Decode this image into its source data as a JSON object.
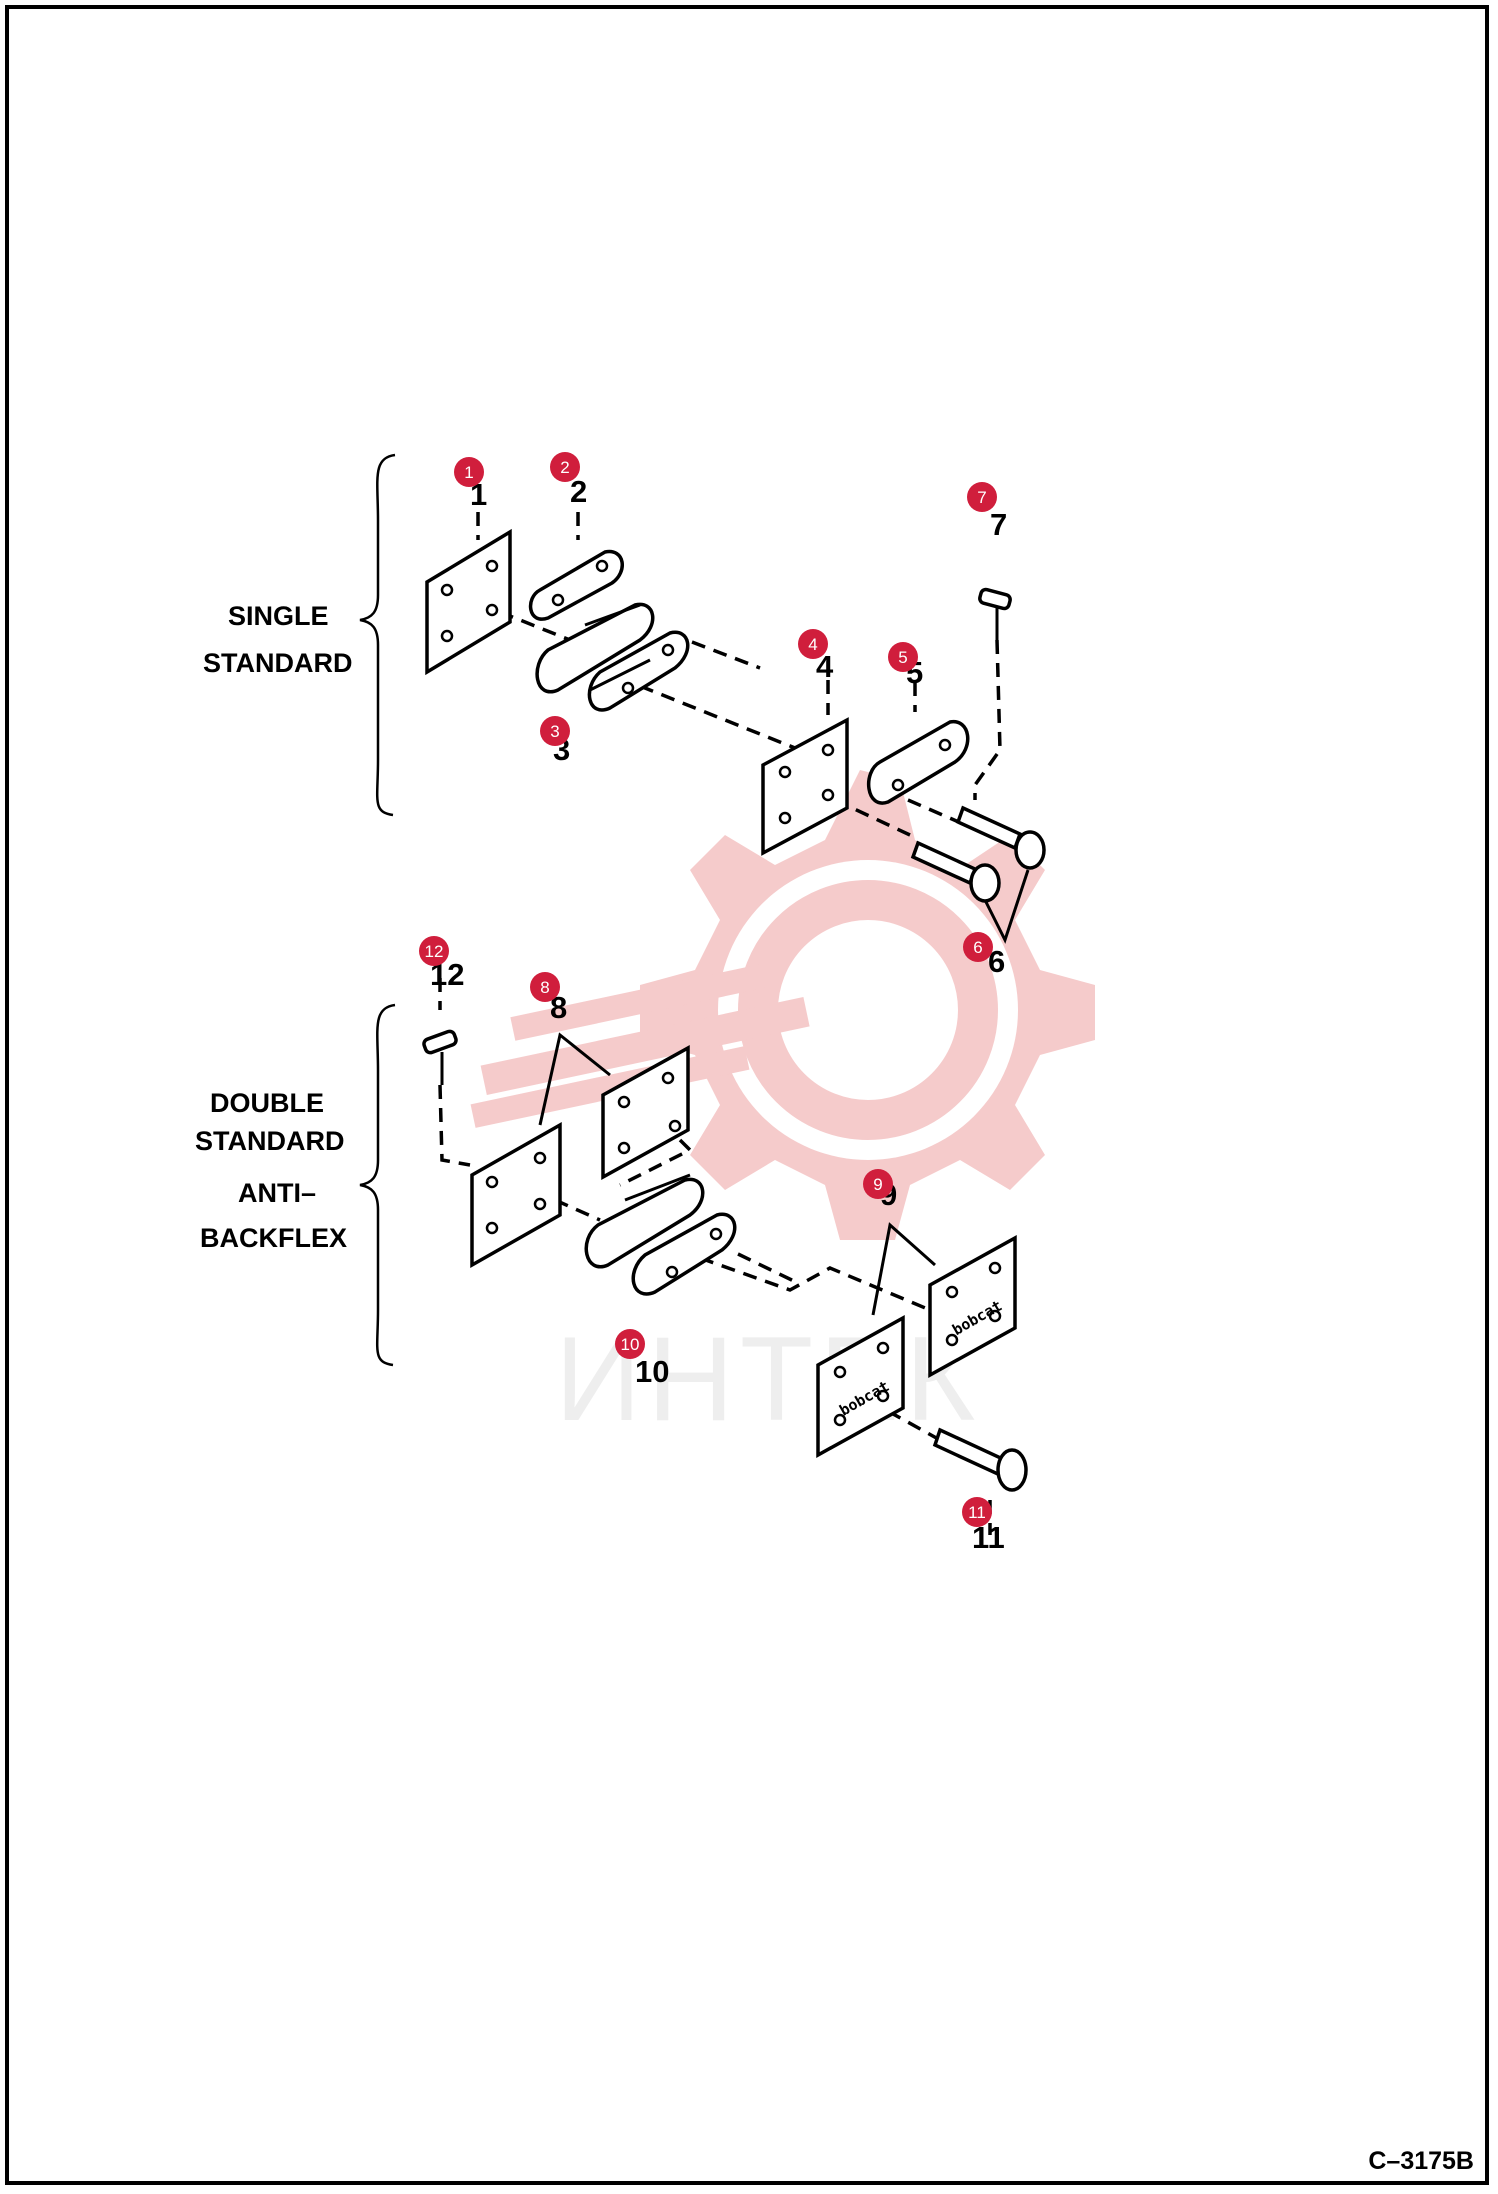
{
  "groups": {
    "single": {
      "line1": "SINGLE",
      "line2": "STANDARD"
    },
    "double": {
      "line1": "DOUBLE",
      "line2": "STANDARD",
      "line3": "ANTI–",
      "line4": "BACKFLEX"
    }
  },
  "part_numbers": {
    "p1": "1",
    "p2": "2",
    "p3": "3",
    "p4": "4",
    "p5": "5",
    "p6": "6",
    "p7": "7",
    "p8": "8",
    "p9": "9",
    "p10": "10",
    "p11": "11",
    "p12": "12"
  },
  "callouts": {
    "c1": "1",
    "c2": "2",
    "c3": "3",
    "c4": "4",
    "c5": "5",
    "c6": "6",
    "c7": "7",
    "c8": "8",
    "c9": "9",
    "c10": "10",
    "c11": "11",
    "c12": "12"
  },
  "plate_logo": "bobcat",
  "watermark": "ИНТЕК",
  "figure_code": "C–3175B",
  "colors": {
    "callout": "#d01e3c",
    "watermark": "#f4c2c2",
    "ink": "#000000"
  }
}
